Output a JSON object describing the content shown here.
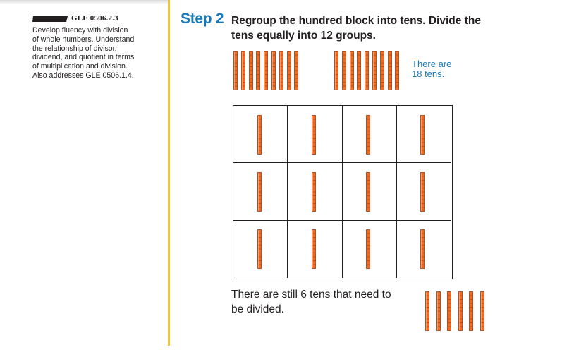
{
  "sidebar": {
    "code": "GLE 0506.2.3",
    "lines": [
      "Develop fluency with division",
      "of whole numbers. Understand",
      "the relationship of divisor,",
      "dividend, and quotient in terms",
      "of multiplication and division.",
      "Also addresses GLE 0506.1.4."
    ],
    "icon": "tennessee-state-icon"
  },
  "step": {
    "label": "Step 2",
    "title_lines": [
      "Regroup the hundred block into tens. Divide the",
      "tens equally into 12 groups."
    ]
  },
  "model": {
    "total_tens": 18,
    "groups": 12,
    "tens_per_group": 1,
    "remaining_tens": 6,
    "note_lines": [
      "There are",
      "18 tens."
    ],
    "remainder_lines": [
      "There are still 6 tens that need to",
      "be divided."
    ]
  },
  "colors": {
    "accent_blue": "#1a78b6",
    "divider_yellow": "#f3c332",
    "block_orange": "#f26a21",
    "block_line": "#9b3a0f",
    "grid_line": "#231f20"
  }
}
